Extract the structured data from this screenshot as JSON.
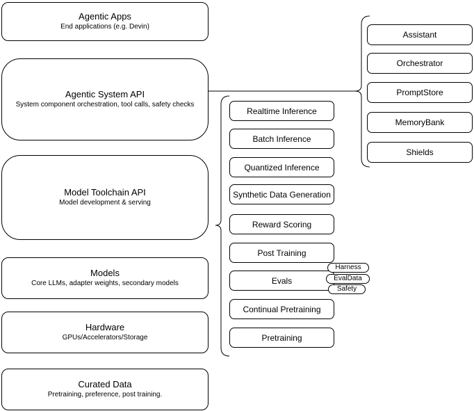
{
  "diagram": {
    "left_stack": [
      {
        "title": "Agentic Apps",
        "subtitle": "End applications (e.g. Devin)"
      },
      {
        "title": "Agentic System API",
        "subtitle": "System component orchestration, tool calls, safety checks"
      },
      {
        "title": "Model Toolchain API",
        "subtitle": "Model development & serving"
      },
      {
        "title": "Models",
        "subtitle": "Core LLMs, adapter weights, secondary models"
      },
      {
        "title": "Hardware",
        "subtitle": "GPUs/Accelerators/Storage"
      },
      {
        "title": "Curated Data",
        "subtitle": "Pretraining, preference, post training."
      }
    ],
    "toolchain_components": [
      "Realtime Inference",
      "Batch Inference",
      "Quantized Inference",
      "Synthetic Data Generation",
      "Reward Scoring",
      "Post Training",
      "Evals",
      "Continual Pretraining",
      "Pretraining"
    ],
    "system_components": [
      "Assistant",
      "Orchestrator",
      "PromptStore",
      "MemoryBank",
      "Shields"
    ],
    "eval_tags": [
      "Harness",
      "EvalData",
      "Safety"
    ],
    "colors": {
      "stroke": "#000000",
      "fill": "#ffffff",
      "text": "#000000"
    }
  }
}
